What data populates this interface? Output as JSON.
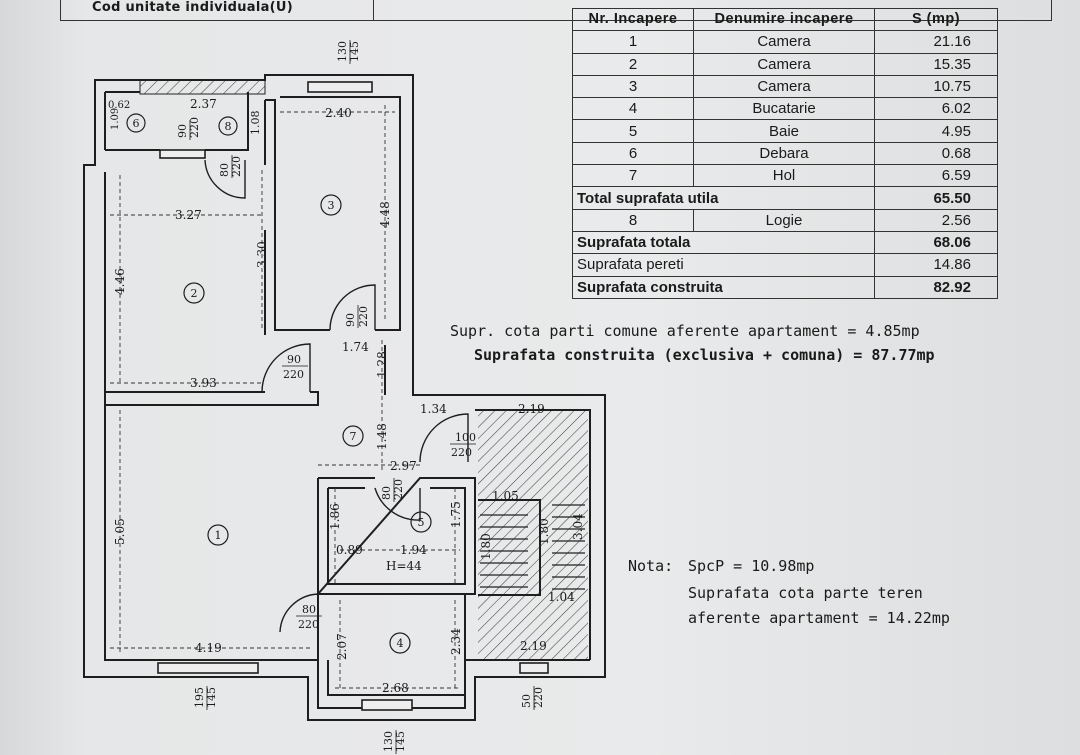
{
  "header": {
    "label": "Cod  unitate  individuala(U)"
  },
  "table": {
    "headers": [
      "Nr. Incapere",
      "Denumire incapere",
      "S (mp)"
    ],
    "rows": [
      {
        "nr": "1",
        "name": "Camera",
        "s": "21.16"
      },
      {
        "nr": "2",
        "name": "Camera",
        "s": "15.35"
      },
      {
        "nr": "3",
        "name": "Camera",
        "s": "10.75"
      },
      {
        "nr": "4",
        "name": "Bucatarie",
        "s": "6.02"
      },
      {
        "nr": "5",
        "name": "Baie",
        "s": "4.95"
      },
      {
        "nr": "6",
        "name": "Debara",
        "s": "0.68"
      },
      {
        "nr": "7",
        "name": "Hol",
        "s": "6.59"
      }
    ],
    "total_utila": {
      "label": "Total suprafata utila",
      "value": "65.50"
    },
    "logie": {
      "nr": "8",
      "name": "Logie",
      "s": "2.56"
    },
    "totala": {
      "label": "Suprafata totala",
      "value": "68.06"
    },
    "pereti": {
      "label": "Suprafata pereti",
      "value": "14.86"
    },
    "construita": {
      "label": "Suprafata construita",
      "value": "82.92"
    }
  },
  "notes": {
    "cota_comune": "Supr. cota parti comune aferente apartament  =  4.85mp",
    "construita_total": "Suprafata construita (exclusiva + comuna)  =  87.77mp",
    "nota_label": "Nota:",
    "nota_spcp": "SpcP  =  10.98mp",
    "teren_1": "Suprafata cota parte teren",
    "teren_2": "aferente apartament  =  14.22mp"
  },
  "plan": {
    "room_numbers": [
      "1",
      "2",
      "3",
      "4",
      "5",
      "6",
      "7",
      "8"
    ],
    "dims": {
      "d_237": "2.37",
      "d_062": "0.62",
      "d_109": "1.09",
      "d_108": "1.08",
      "d_240": "2.40",
      "d_327": "3.27",
      "d_446": "4.46",
      "d_330": "3.30",
      "d_448": "4.48",
      "d_174": "1.74",
      "d_393": "3.93",
      "d_128": "1.28",
      "d_148": "1.48",
      "d_134": "1.34",
      "d_219a": "2.19",
      "d_297": "2.97",
      "d_505": "5.05",
      "d_186": "1.86",
      "d_175": "1.75",
      "d_089": "0.89",
      "d_194": "1.94",
      "d_h44": "H=44",
      "d_105": "1.05",
      "d_180a": "1.80",
      "d_180b": "1.80",
      "d_304": "3.04",
      "d_104": "1.04",
      "d_419": "4.19",
      "d_207": "2.07",
      "d_234": "2.34",
      "d_268": "2.68",
      "d_219b": "2.19"
    },
    "doors": {
      "d90a_w": "90",
      "d90a_h": "220",
      "d80a_w": "80",
      "d80a_h": "220",
      "d90b_w": "90",
      "d90b_h": "220",
      "d90c_w": "90",
      "d90c_h": "220",
      "d100_w": "100",
      "d100_h": "220",
      "d80b_w": "80",
      "d80b_h": "220",
      "d80c_w": "80",
      "d80c_h": "220"
    },
    "windows": {
      "w_top_a": "130",
      "w_top_b": "145",
      "w_bl_a": "195",
      "w_bl_b": "145",
      "w_bc_a": "130",
      "w_bc_b": "145",
      "w_br_a": "50",
      "w_br_b": "220"
    }
  }
}
